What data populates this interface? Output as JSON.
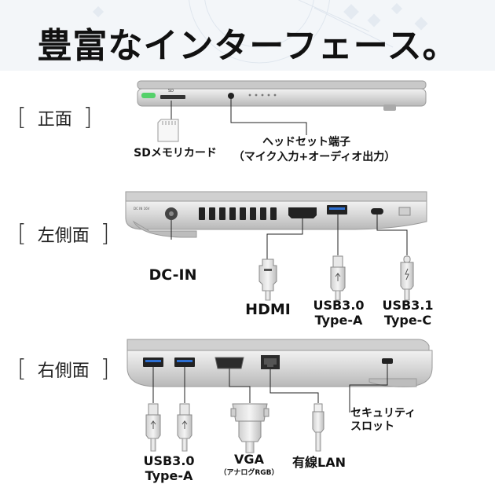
{
  "title": "豊富なインターフェース。",
  "sections": {
    "front": {
      "label": "正面",
      "bracket_open": "[",
      "bracket_close": "]"
    },
    "left": {
      "label": "左側面",
      "bracket_open": "[",
      "bracket_close": "]"
    },
    "right": {
      "label": "右側面",
      "bracket_open": "[",
      "bracket_close": "]"
    }
  },
  "front_ports": {
    "sd": "SDメモリカード",
    "headset_line1": "ヘッドセット端子",
    "headset_line2": "（マイク入力+オーディオ出力）"
  },
  "left_ports": {
    "dcin": "DC-IN",
    "hdmi": "HDMI",
    "usb30_line1": "USB3.0",
    "usb30_line2": "Type-A",
    "usb31_line1": "USB3.1",
    "usb31_line2": "Type-C"
  },
  "right_ports": {
    "usb30_line1": "USB3.0",
    "usb30_line2": "Type-A",
    "vga": "VGA",
    "vga_sub": "（アナログRGB）",
    "lan": "有線LAN",
    "security_line1": "セキュリティ",
    "security_line2": "スロット"
  },
  "colors": {
    "laptop_body": "#d9d9d9",
    "laptop_edge": "#9a9a9a",
    "cable": "#bdbdbd",
    "led_green": "#55d16a"
  }
}
